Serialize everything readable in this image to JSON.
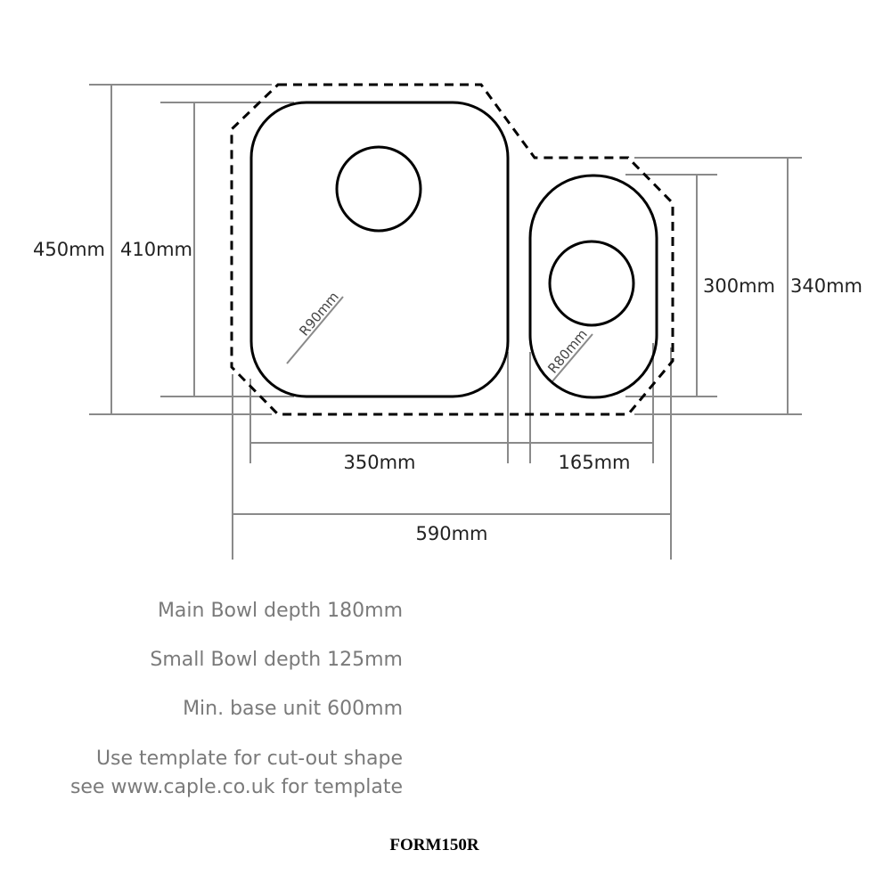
{
  "diagram": {
    "dimensions": {
      "overall_height": "450mm",
      "main_bowl_height": "410mm",
      "small_bowl_height": "300mm",
      "small_overall_height": "340mm",
      "main_bowl_width": "350mm",
      "small_bowl_width": "165mm",
      "overall_width": "590mm",
      "main_radius": "R90mm",
      "small_radius": "R80mm"
    },
    "colors": {
      "outline": "#000000",
      "dimension_line": "#8a8a8a",
      "note_text": "#7a7a7a"
    }
  },
  "notes": {
    "main_depth": "Main Bowl depth 180mm",
    "small_depth": "Small Bowl depth 125mm",
    "base_unit": "Min. base unit 600mm",
    "template_1": "Use template for cut-out shape",
    "template_2": "see www.caple.co.uk for template"
  },
  "model": "FORM150R"
}
